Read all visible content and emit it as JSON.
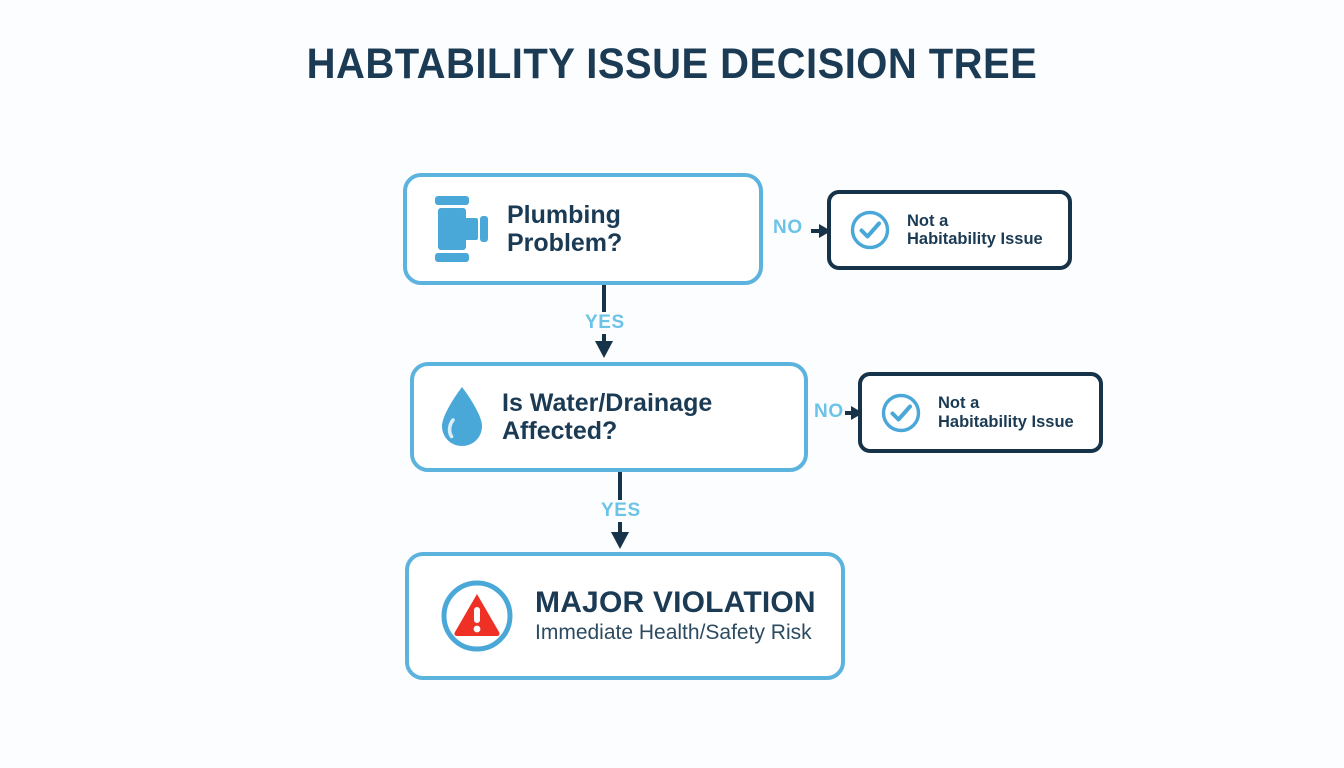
{
  "page": {
    "title": "HABTABILITY ISSUE DECISION TREE",
    "background_color": "#fcfdfe"
  },
  "colors": {
    "accent_blue": "#5cb3dd",
    "light_blue_label": "#6cc3e8",
    "dark_navy": "#1b3a54",
    "terminal_border": "#16334a",
    "alert_red": "#ee3124",
    "box_fill": "#ffffff"
  },
  "nodes": {
    "decision_1": {
      "icon": "pipe-fitting-icon",
      "line1": "Plumbing",
      "line2": "Problem?"
    },
    "outcome_1": {
      "icon": "check-circle-icon",
      "line1": "Not a",
      "line2": "Habitability Issue"
    },
    "decision_2": {
      "icon": "water-drop-icon",
      "line1": "Is Water/Drainage",
      "line2": "Affected?"
    },
    "outcome_2": {
      "icon": "check-circle-icon",
      "line1": "Not a",
      "line2": "Habitability Issue"
    },
    "result": {
      "icon": "warning-triangle-icon",
      "title": "MAJOR VIOLATION",
      "subtitle": "Immediate Health/Safety Risk"
    }
  },
  "edges": {
    "no_1": "NO",
    "no_2": "NO",
    "yes_1": "YES",
    "yes_2": "YES"
  },
  "chart_data": {
    "type": "diagram",
    "diagram_kind": "decision-tree",
    "title": "HABTABILITY ISSUE DECISION TREE",
    "nodes": [
      {
        "id": "d1",
        "kind": "decision",
        "label": "Plumbing Problem?",
        "icon": "pipe-fitting-icon",
        "style": "blue-rounded"
      },
      {
        "id": "o1",
        "kind": "outcome",
        "label": "Not a Habitability Issue",
        "icon": "check-circle-icon",
        "style": "navy-rounded"
      },
      {
        "id": "d2",
        "kind": "decision",
        "label": "Is Water/Drainage Affected?",
        "icon": "water-drop-icon",
        "style": "blue-rounded"
      },
      {
        "id": "o2",
        "kind": "outcome",
        "label": "Not a Habitability Issue",
        "icon": "check-circle-icon",
        "style": "navy-rounded"
      },
      {
        "id": "r1",
        "kind": "result",
        "label": "MAJOR VIOLATION",
        "sublabel": "Immediate Health/Safety Risk",
        "icon": "warning-triangle-icon",
        "style": "blue-rounded"
      }
    ],
    "edges": [
      {
        "from": "d1",
        "to": "o1",
        "label": "NO",
        "direction": "right"
      },
      {
        "from": "d1",
        "to": "d2",
        "label": "YES",
        "direction": "down"
      },
      {
        "from": "d2",
        "to": "o2",
        "label": "NO",
        "direction": "right"
      },
      {
        "from": "d2",
        "to": "r1",
        "label": "YES",
        "direction": "down"
      }
    ]
  }
}
